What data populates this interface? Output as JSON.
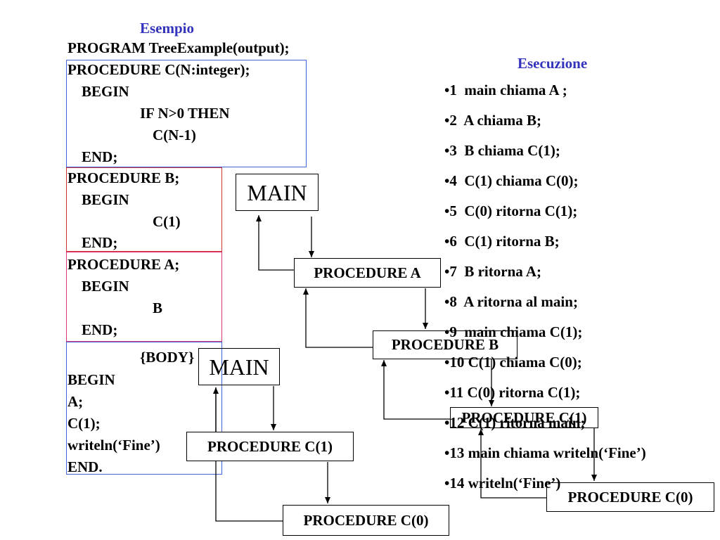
{
  "titles": {
    "example": "Esempio",
    "execution": "Esecuzione"
  },
  "code": {
    "program": "PROGRAM TreeExample(output);",
    "proc_c": {
      "header": "PROCEDURE C(N:integer);",
      "begin": "BEGIN",
      "if_line": "IF N>0 THEN",
      "call": "C(N-1)",
      "end": "END;"
    },
    "proc_b": {
      "header": "PROCEDURE B;",
      "begin": "BEGIN",
      "call": "C(1)",
      "end": "END;"
    },
    "proc_a": {
      "header": "PROCEDURE A;",
      "begin": "BEGIN",
      "call": "B",
      "end": "END;"
    },
    "body": {
      "comment": "{BODY}",
      "begin": "BEGIN",
      "stmt1": "A;",
      "stmt2": "C(1);",
      "stmt3": "writeln(‘Fine’)",
      "end": "END."
    }
  },
  "execution": [
    "•1  main chiama A ;",
    "•2  A chiama B;",
    "•3  B chiama C(1);",
    "•4  C(1) chiama C(0);",
    "•5  C(0) ritorna C(1);",
    "•6  C(1) ritorna B;",
    "•7  B ritorna A;",
    "•8  A ritorna al main;",
    "•9  main chiama C(1);",
    "•10 C(1) chiama C(0);",
    "•11 C(0) ritorna C(1);",
    "•12 C(1) ritorna main;",
    "•13 main chiama writeln(‘Fine’)",
    "•14 writeln(‘Fine’)"
  ],
  "diagram1": {
    "main": "MAIN",
    "proc_a": "PROCEDURE A",
    "proc_b": "PROCEDURE B",
    "proc_c1": "PROCEDURE C(1)",
    "proc_c0": "PROCEDURE C(0)"
  },
  "diagram2": {
    "main": "MAIN",
    "proc_c1": "PROCEDURE C(1)",
    "proc_c0": "PROCEDURE C(0)"
  },
  "colors": {
    "title_blue": "#3333bb",
    "frame_c": "#4466dd",
    "frame_b": "#cc3333",
    "frame_a": "#dd3377",
    "frame_body": "#4466dd"
  }
}
